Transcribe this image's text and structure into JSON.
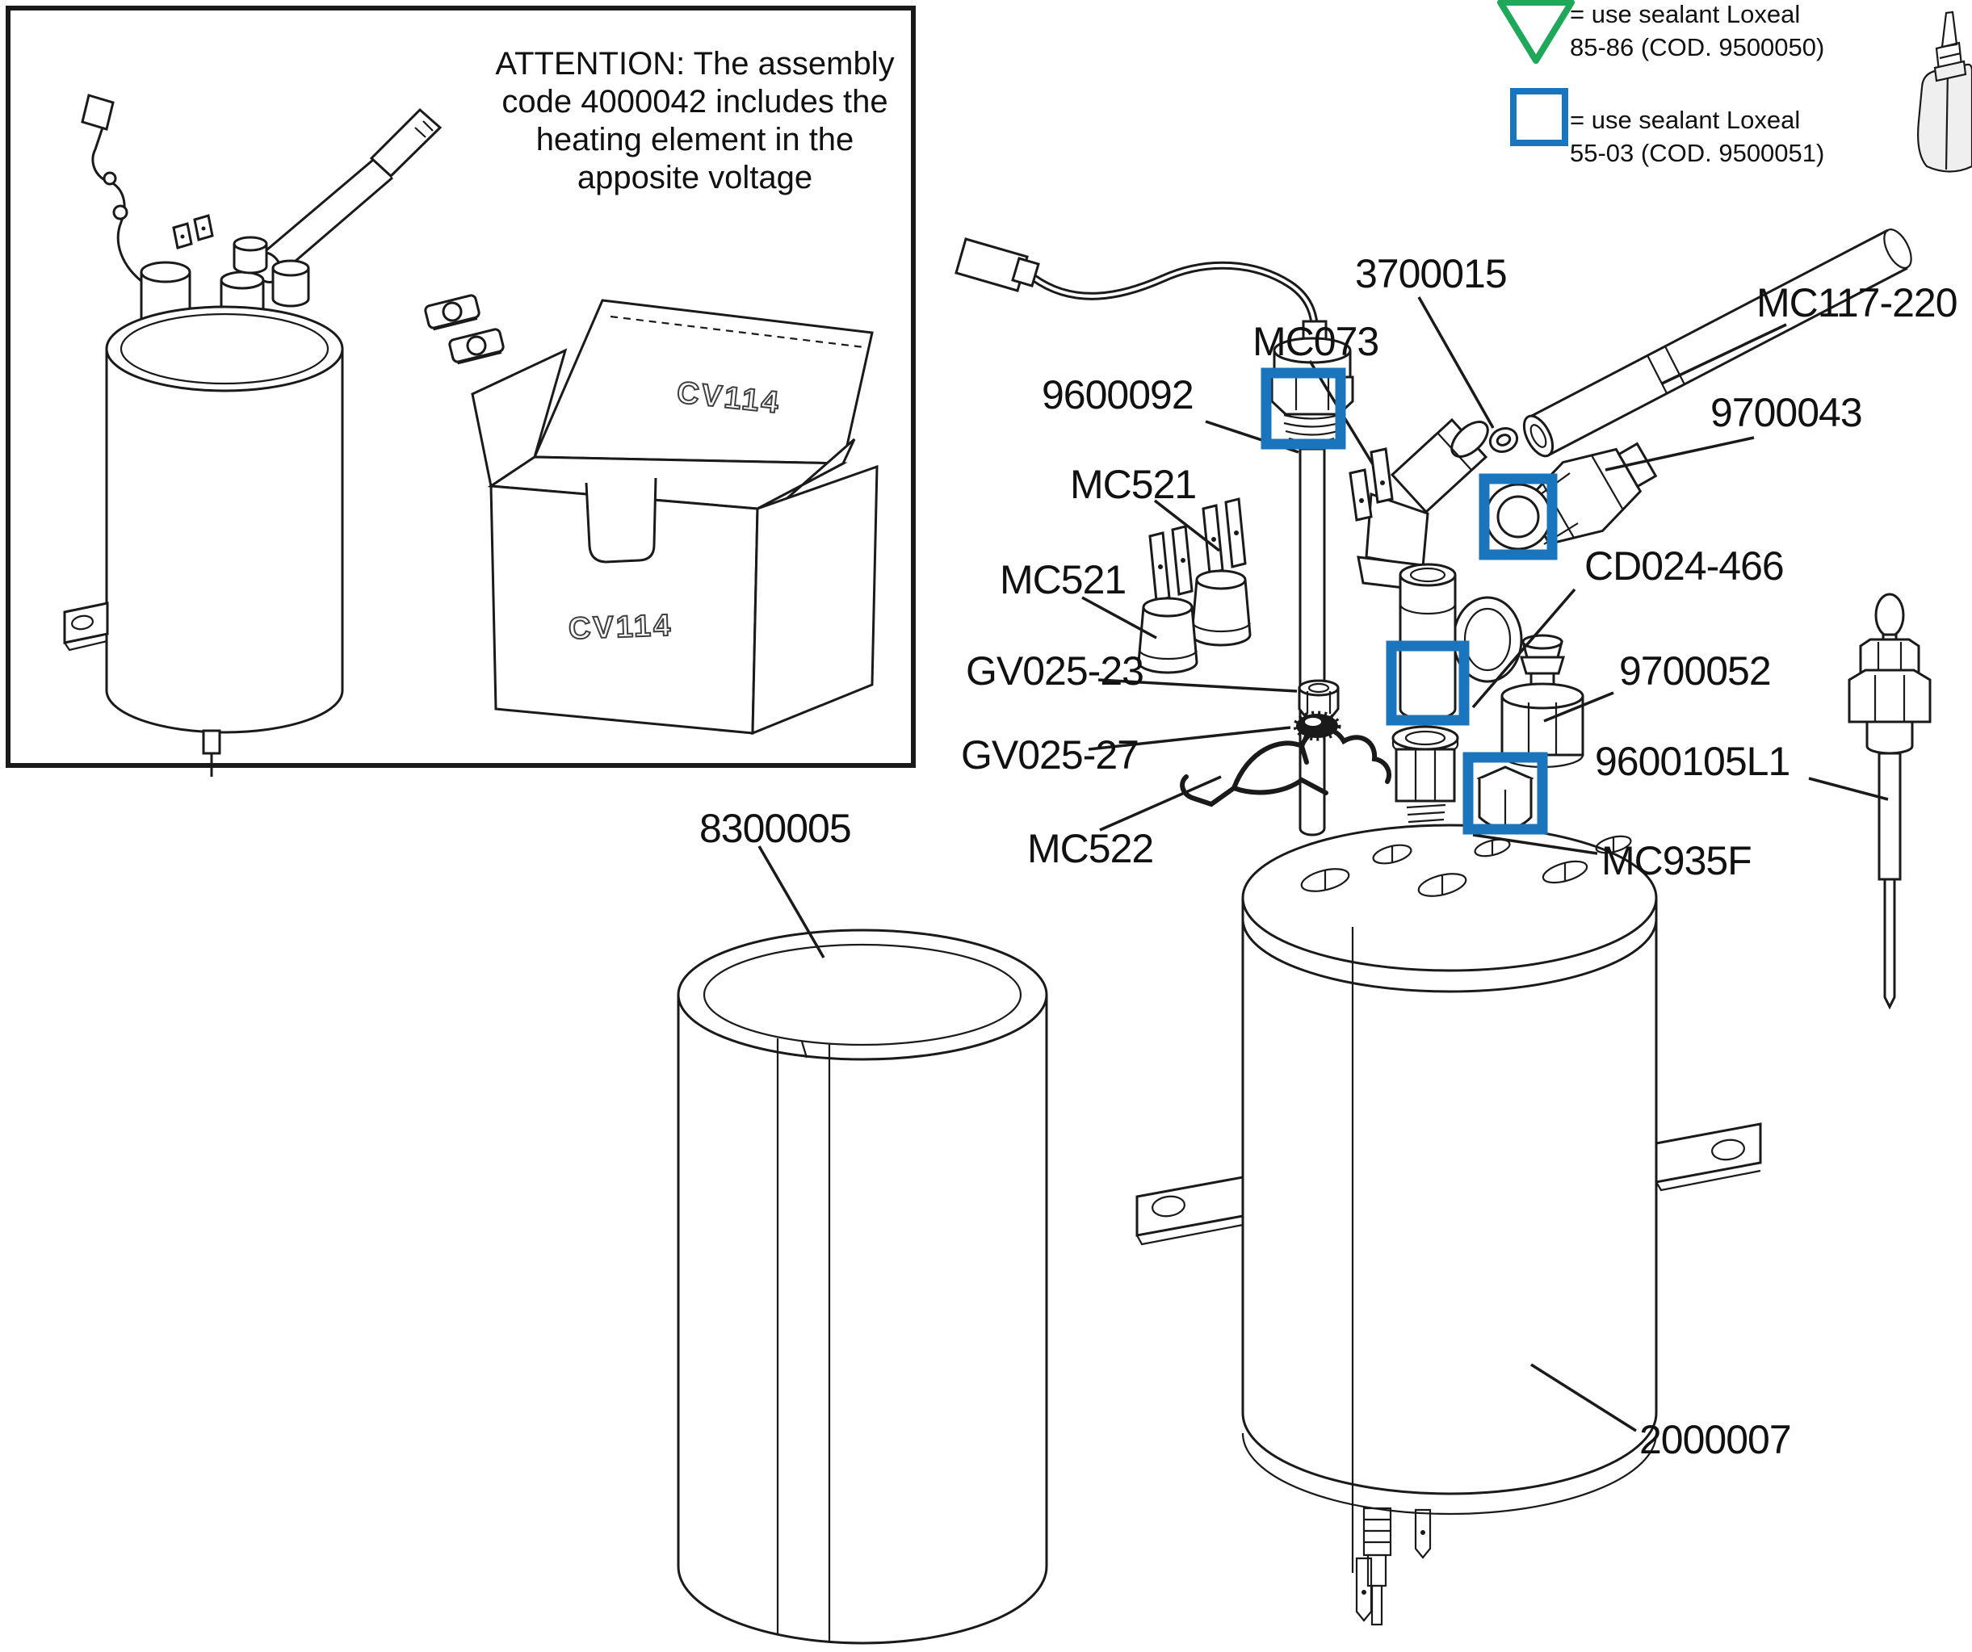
{
  "colors": {
    "sealant_green": "#1fa75a",
    "sealant_blue": "#1b75bc",
    "line": "#1a1a1a"
  },
  "inset": {
    "attention_text": "ATTENTION: The assembly code 4000042 includes the heating element in the apposite voltage",
    "box_lid_code": "CV114",
    "box_front_code": "CV114"
  },
  "legend": {
    "items": [
      {
        "icon": "green-triangle-icon",
        "line1": "= use sealant Loxeal",
        "line2": "85-86 (COD. 9500050)"
      },
      {
        "icon": "blue-square-icon",
        "line1": "= use sealant Loxeal",
        "line2": "55-03 (COD. 9500051)"
      }
    ],
    "bottle_icon": "sealant-bottle-icon"
  },
  "labels": [
    {
      "part": "3700015",
      "text": "3700015"
    },
    {
      "part": "MC117-220",
      "text": "MC117-220"
    },
    {
      "part": "MC073",
      "text": "MC073"
    },
    {
      "part": "9600092",
      "text": "9600092"
    },
    {
      "part": "9700043",
      "text": "9700043"
    },
    {
      "part": "MC521-upper",
      "text": "MC521"
    },
    {
      "part": "MC521-lower",
      "text": "MC521"
    },
    {
      "part": "CD024-466",
      "text": "CD024-466"
    },
    {
      "part": "GV025-23",
      "text": "GV025-23"
    },
    {
      "part": "9700052",
      "text": "9700052"
    },
    {
      "part": "GV025-27",
      "text": "GV025-27"
    },
    {
      "part": "9600105L1",
      "text": "9600105L1"
    },
    {
      "part": "MC522",
      "text": "MC522"
    },
    {
      "part": "MC935F",
      "text": "MC935F"
    },
    {
      "part": "8300005",
      "text": "8300005"
    },
    {
      "part": "2000007",
      "text": "2000007"
    }
  ]
}
